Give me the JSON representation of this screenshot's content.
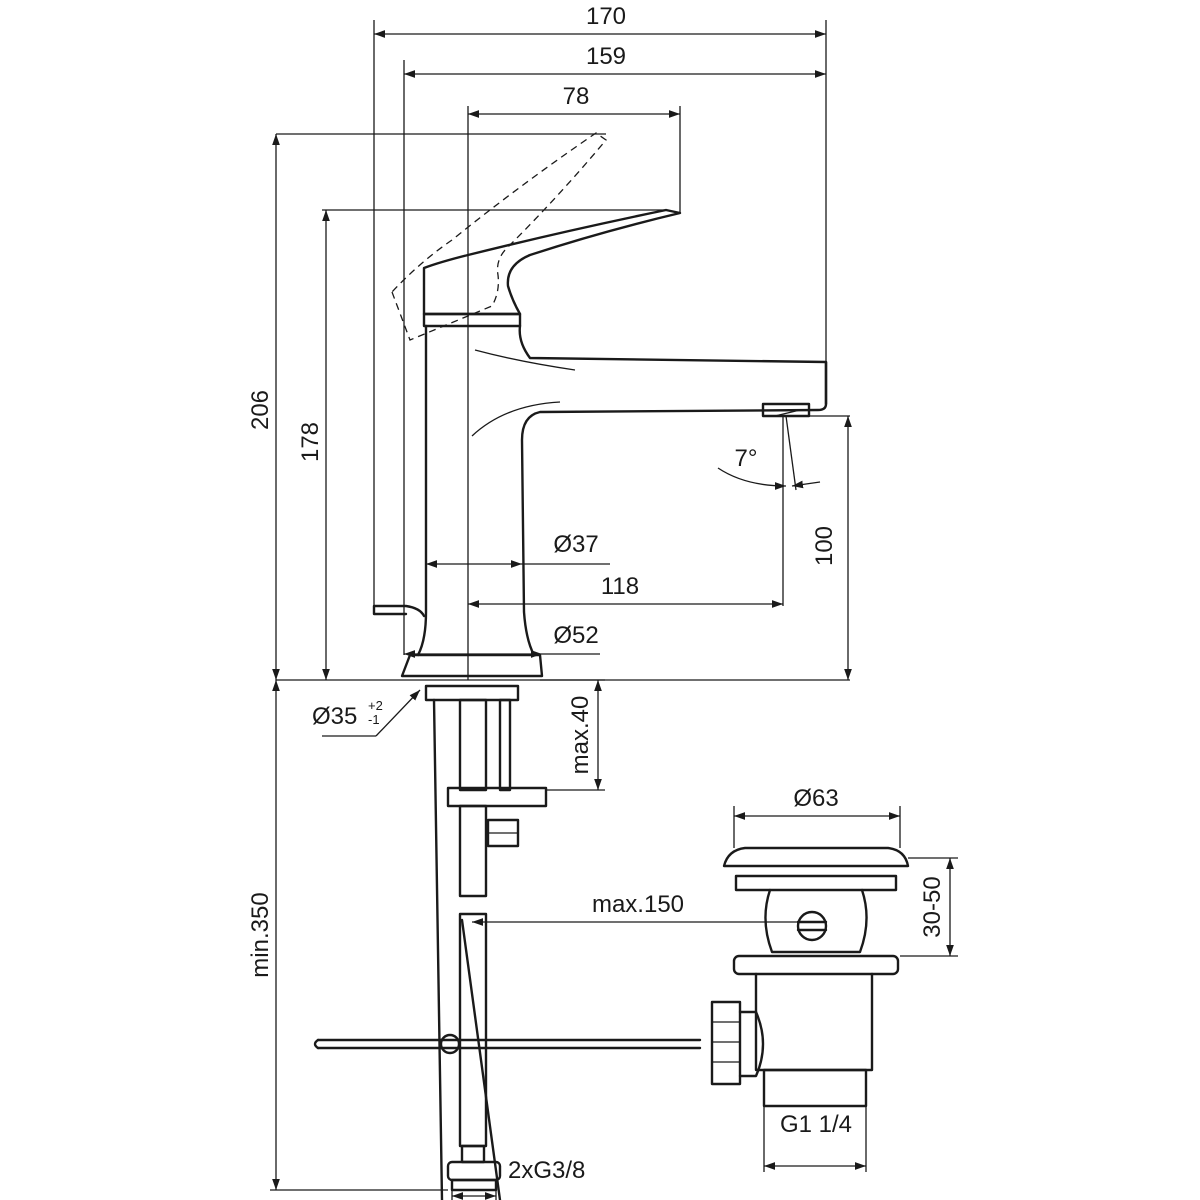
{
  "colors": {
    "ink": "#1a1a1a",
    "background": "#ffffff"
  },
  "dimensions": {
    "overall_width": "170",
    "spout_reach_from_body": "159",
    "lever_length": "78",
    "total_height": "206",
    "lever_height": "178",
    "body_diameter": "Ø37",
    "spout_projection": "118",
    "base_diameter": "Ø52",
    "outlet_height": "100",
    "spray_angle": "7°",
    "hole_diameter": "Ø35",
    "hole_tolerance_upper": "+2",
    "hole_tolerance_lower": "-1",
    "deck_thickness": "max.40",
    "min_hose_length": "min.350",
    "pop_up_rod": "max.150",
    "waste_diameter": "Ø63",
    "waste_adjust": "30-50",
    "waste_thread": "G1 1/4",
    "hose_thread": "2xG3/8"
  }
}
